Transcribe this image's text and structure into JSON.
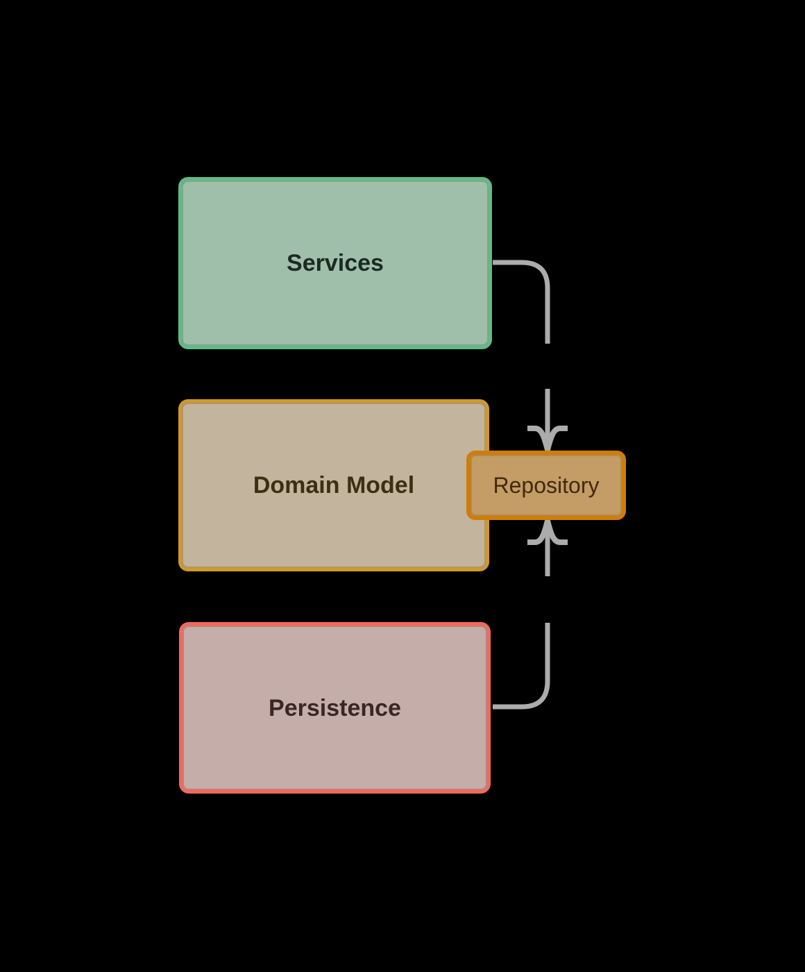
{
  "diagram": {
    "type": "layered-architecture-diagram",
    "background_color": "#000000",
    "arrow_color": "#acacac",
    "nodes": {
      "services": {
        "label": "Services",
        "fill": "#abf1c4",
        "border": "#5fbc84",
        "text_color": "#1c2a21"
      },
      "domain_model": {
        "label": "Domain Model",
        "fill": "#f8d9a6",
        "border": "#d0992b",
        "text_color": "#3d2f14"
      },
      "repository": {
        "label": "Repository",
        "fill": "#fba42d",
        "border": "#cf7d06",
        "text_color": "#42290a"
      },
      "persistence": {
        "label": "Persistence",
        "fill": "#ffcac1",
        "border": "#f4695a",
        "text_color": "#3a2724"
      }
    },
    "edges": [
      {
        "from": "Services",
        "to": "Repository",
        "arrow_direction": "down"
      },
      {
        "from": "Persistence",
        "to": "Repository",
        "arrow_direction": "up"
      }
    ]
  }
}
